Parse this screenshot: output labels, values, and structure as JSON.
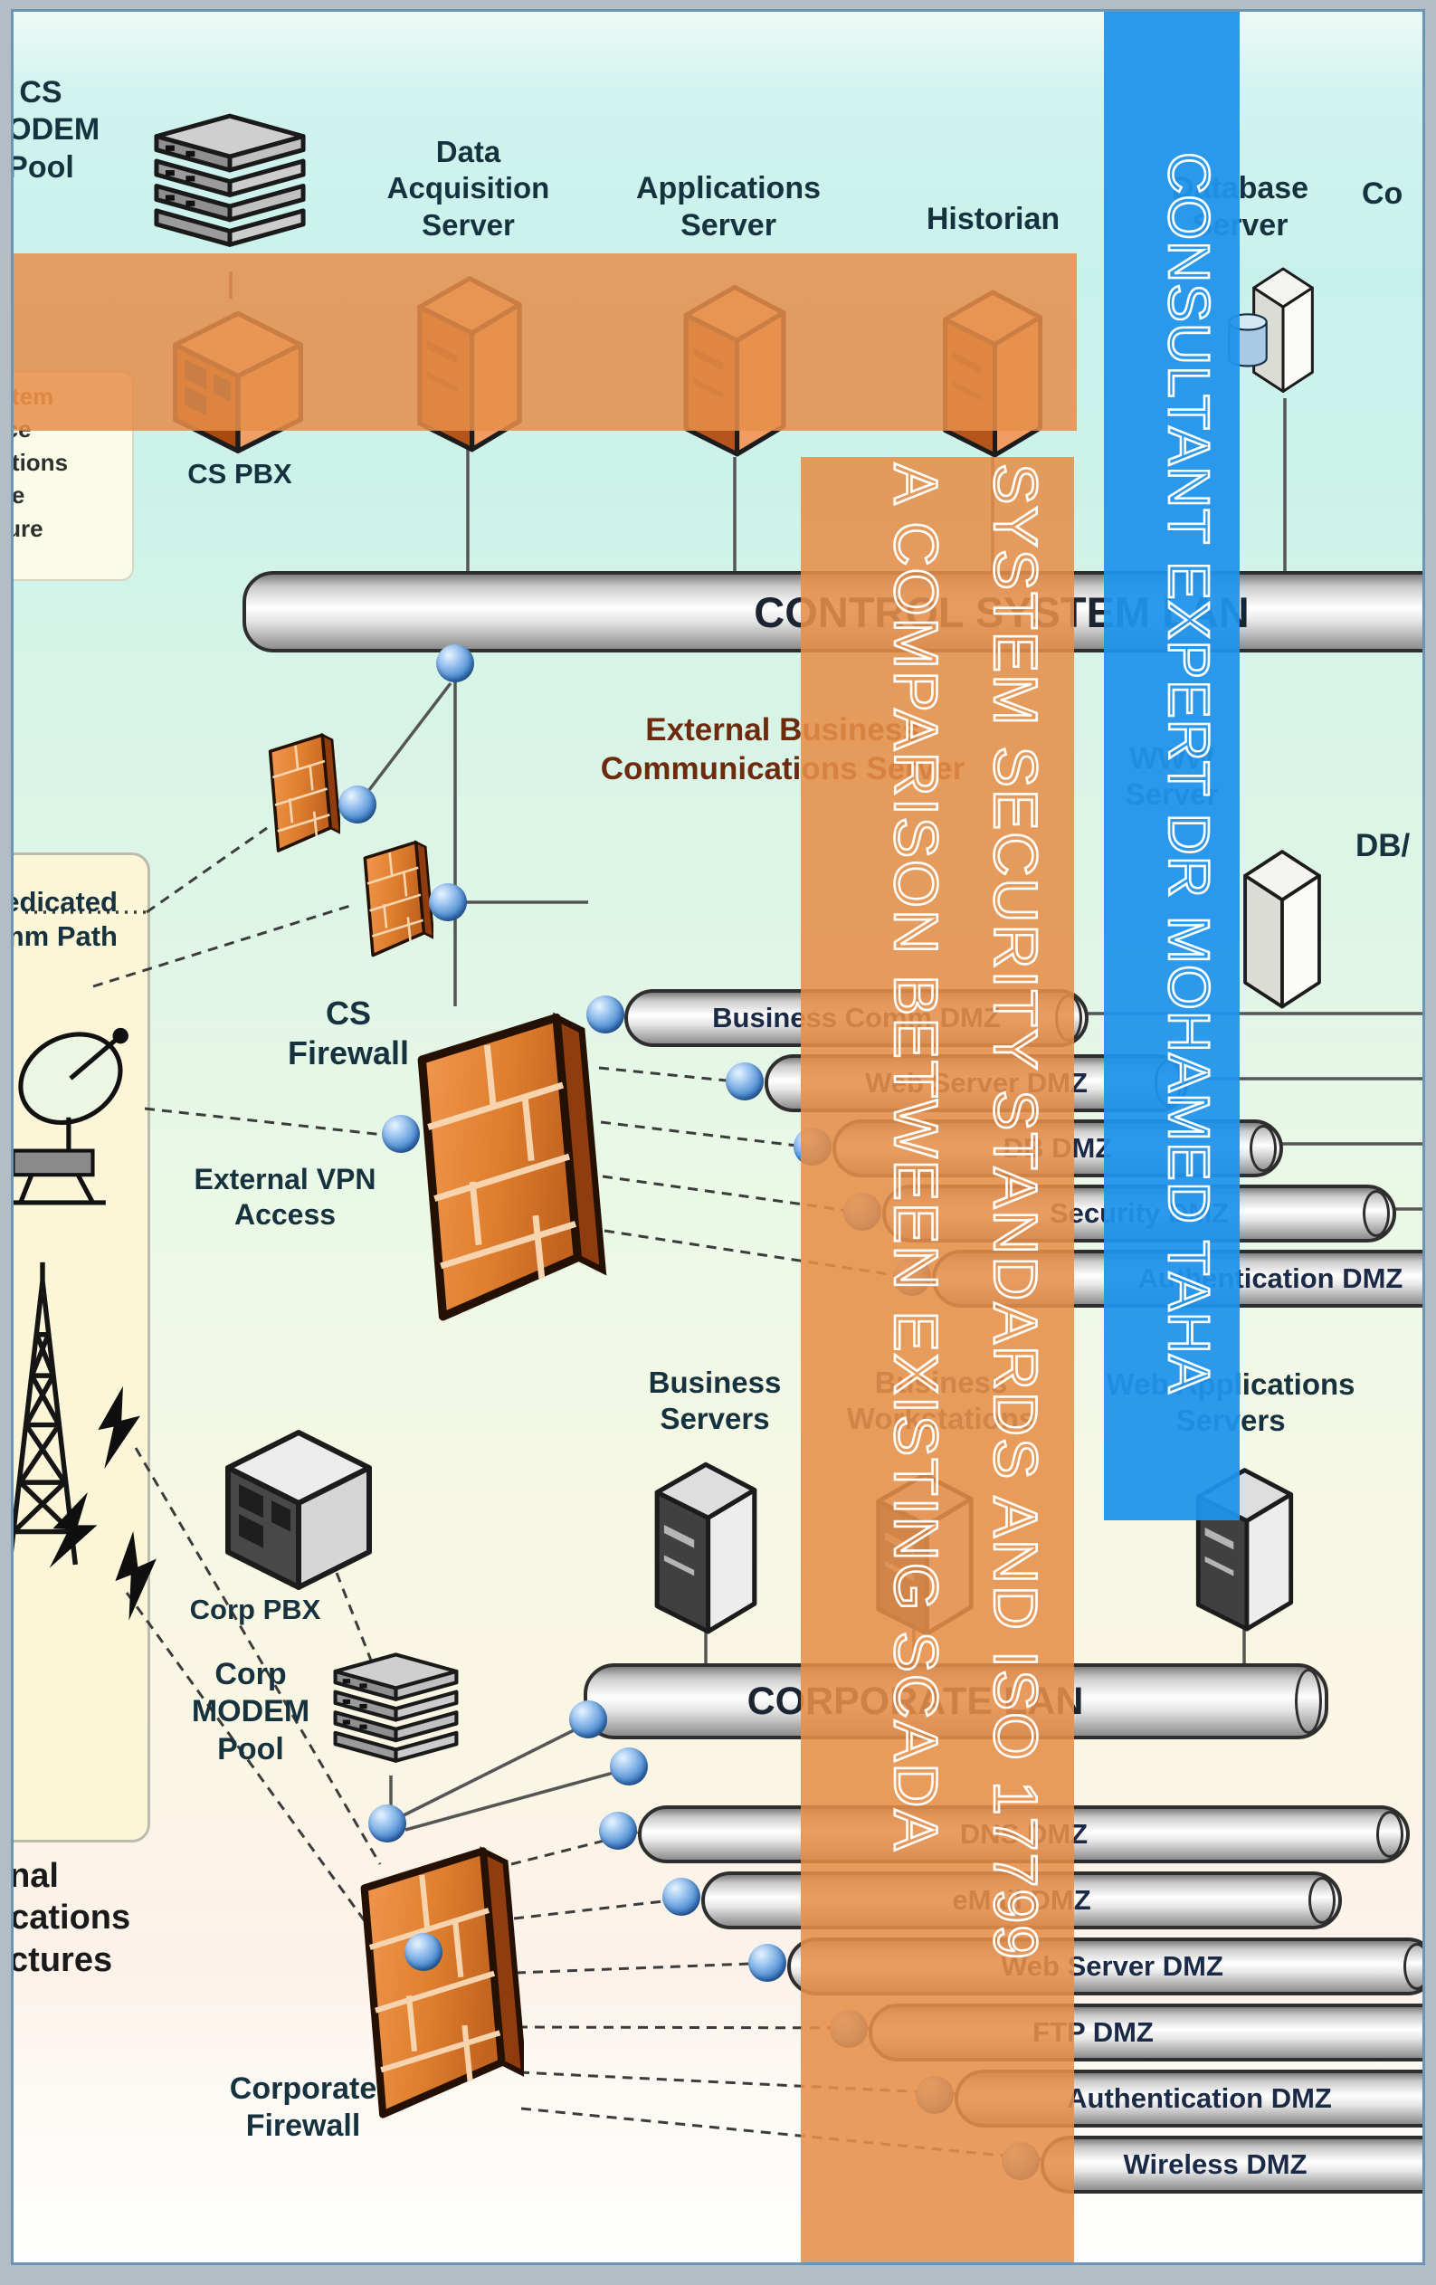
{
  "cover": {
    "title_line_1": "A COMPARISON BETWEEN EXISTING SCADA",
    "title_line_2": "SYSTEM SECURITY STANDARDS AND ISO 17799",
    "author": "CONSULTANT EXPERT DR MOHAMED TAHA",
    "colors": {
      "orange_overlay": "#e68e49",
      "blue_overlay": "#2093eb",
      "stripe_text": "#ffffff"
    }
  },
  "diagram": {
    "labels": {
      "cs_modem_pool": "CS\nMODEM\nPool",
      "data_acquisition_server": "Data\nAcquisition\nServer",
      "applications_server": "Applications\nServer",
      "historian": "Historian",
      "database_server": "Database\nServer",
      "co_partial": "Co",
      "cs_pbx": "CS PBX",
      "external_business_comm_server": "External Business\nCommunications Server",
      "www_server": "WWW\nServer",
      "db_partial": "DB/",
      "dedicated_comm_path": "Dedicated\nComm Path",
      "cs_firewall": "CS\nFirewall",
      "external_vpn_access": "External VPN\nAccess",
      "business_servers": "Business\nServers",
      "business_workstations": "Business\nWorkstations",
      "web_applications_servers": "Web Applications\nServers",
      "corp_pbx": "Corp PBX",
      "corp_modem_pool": "Corp\nMODEM\nPool",
      "corporate_firewall": "Corporate\nFirewall",
      "external_comm_infrastructures": "External\nCommunications\nInfrastructures"
    },
    "legend": {
      "l1": "ystem",
      "l2": "vice",
      "l3": "cations",
      "l4": "ace",
      "l5": "cture"
    },
    "pipes": {
      "control_system_lan": "CONTROL SYSTEM LAN",
      "corporate_lan": "CORPORATE LAN",
      "business_comm_dmz": "Business Comm DMZ",
      "web_server_dmz_upper": "Web Server DMZ",
      "db_dmz": "DB DMZ",
      "security_dmz": "Security DMZ",
      "authentication_dmz_upper": "Authentication DMZ",
      "dns_dmz": "DNS DMZ",
      "email_dmz": "eMail DMZ",
      "web_server_dmz_lower": "Web Server DMZ",
      "ftp_dmz": "FTP DMZ",
      "authentication_dmz_lower": "Authentication DMZ",
      "wireless_dmz": "Wireless DMZ"
    }
  }
}
